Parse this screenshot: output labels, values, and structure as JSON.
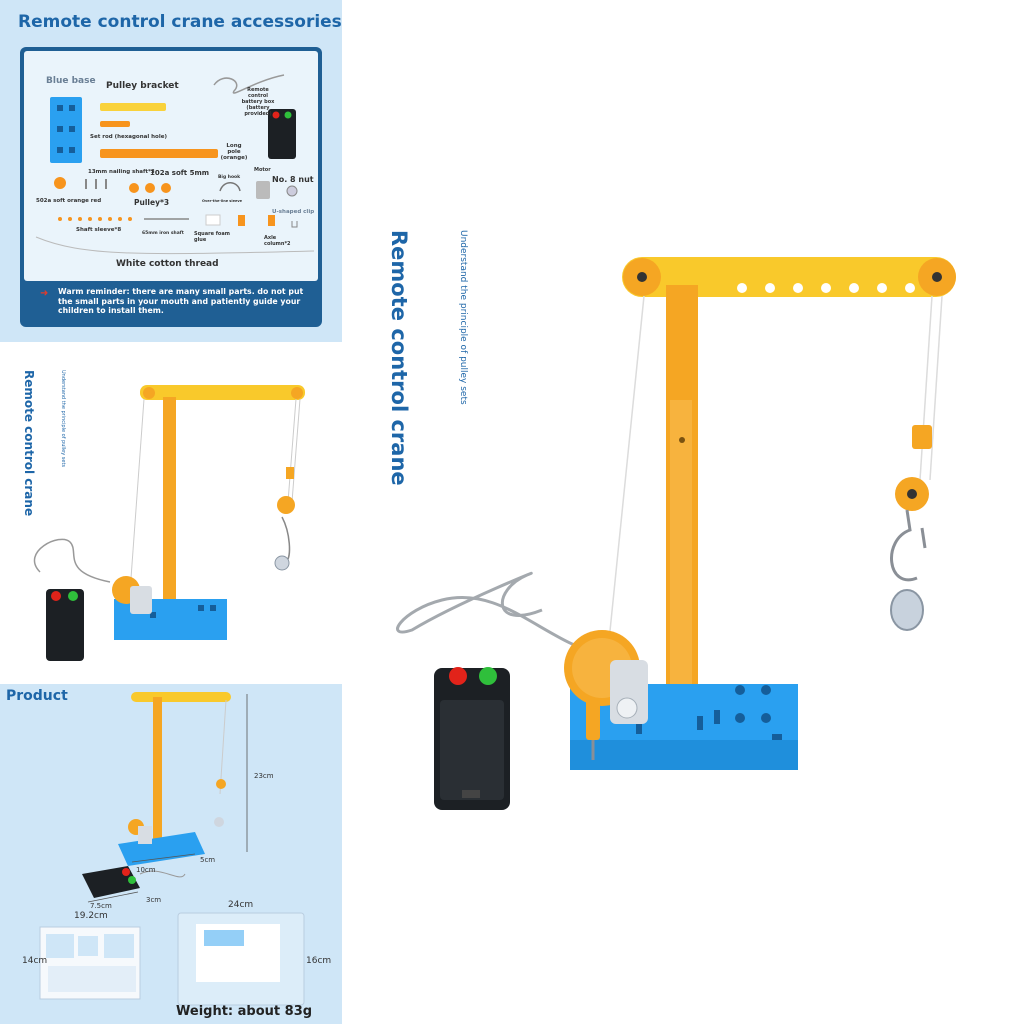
{
  "accessories": {
    "title": "Remote control crane accessories",
    "labels": {
      "blue_base": "Blue base",
      "pulley_bracket": "Pulley bracket",
      "remote_box": "Remote control battery box (battery provided)",
      "set_rod": "Set rod (hexagonal hole)",
      "long_pole": "Long pole (orange)",
      "nailing_shaft": "13mm nailing shaft*3",
      "soft_5mm": "102a soft 5mm",
      "big_hook": "Big hook",
      "motor": "Motor",
      "nut": "No. 8 nut",
      "soft_orange": "502a soft orange red",
      "pulley": "Pulley*3",
      "u_clip": "U-shaped clip",
      "shaft_sleeve": "Shaft sleeve*8",
      "iron_shaft": "65mm iron shaft",
      "foam_glue": "Square foam glue",
      "axle_column": "Axle column*2",
      "thread": "White cotton thread",
      "tiny": "Over-the-line sleeve"
    },
    "warning": "Warm reminder: there are many small parts. do not put the small parts in your mouth and patiently guide your children to install them."
  },
  "side_view": {
    "title": "Remote control crane",
    "subtitle": "Understand the principle of pulley sets"
  },
  "main_view": {
    "title": "Remote control crane",
    "subtitle": "Understand the principle of pulley sets"
  },
  "product": {
    "title": "Product",
    "dims": {
      "height": "23cm",
      "base_w": "10cm",
      "base_d": "5cm",
      "box_w": "7.5cm",
      "box_d": "3cm",
      "pkg1_w": "19.2cm",
      "pkg1_h": "14cm",
      "pkg2_w": "24cm",
      "pkg2_h": "16cm"
    },
    "weight": "Weight: about 83g"
  },
  "colors": {
    "accent_blue": "#1e66a8",
    "base_blue": "#2aa0f0",
    "arm_yellow": "#f9c92b",
    "pole_orange": "#f5a623",
    "panel_bg": "#cfe6f7"
  }
}
